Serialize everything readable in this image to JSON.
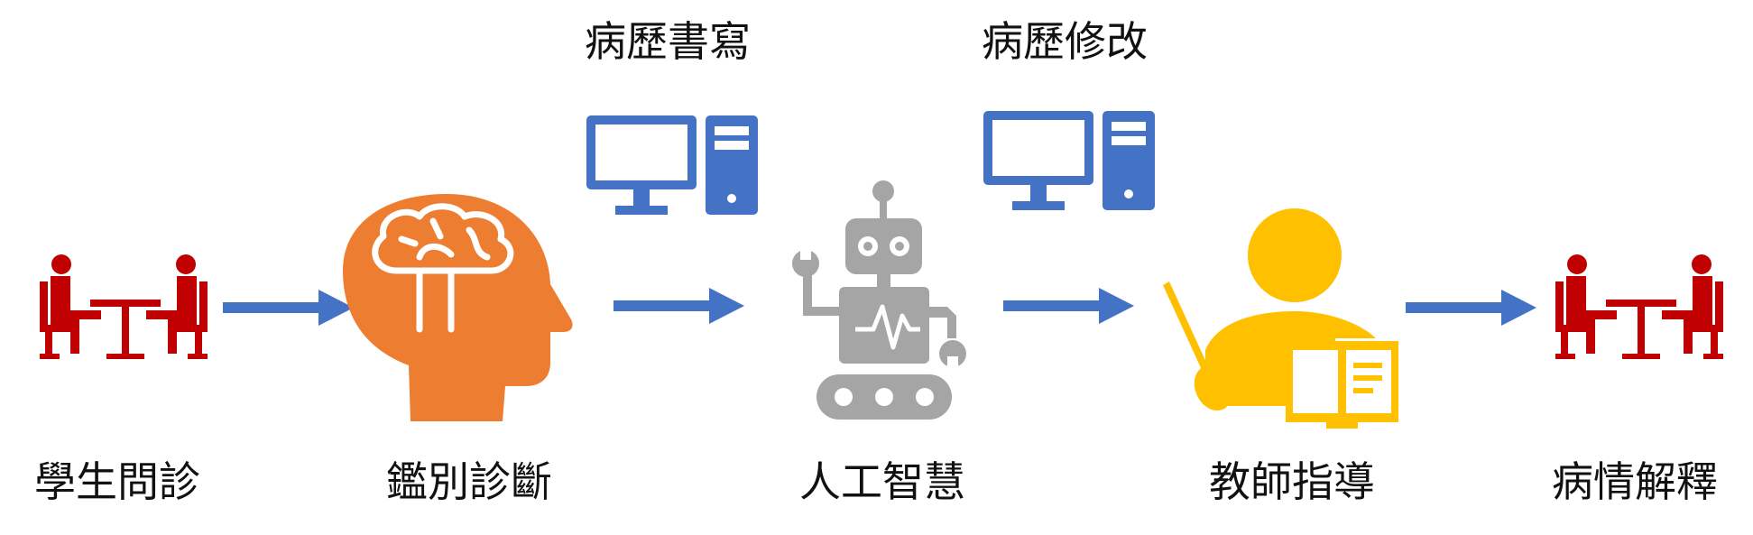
{
  "top_labels": {
    "record_writing": "病歷書寫",
    "record_revision": "病歷修改"
  },
  "steps": [
    {
      "label": "學生問診",
      "icon": "student-patient-interview-icon"
    },
    {
      "label": "鑑別診斷",
      "icon": "brain-head-icon"
    },
    {
      "label": "人工智慧",
      "icon": "robot-icon"
    },
    {
      "label": "教師指導",
      "icon": "teacher-icon"
    },
    {
      "label": "病情解釋",
      "icon": "student-patient-interview-icon"
    }
  ],
  "colors": {
    "interview": "#c00000",
    "brain": "#ed7d31",
    "robot": "#a5a5a5",
    "teacher": "#ffc000",
    "computer": "#4472c4",
    "arrow": "#4472c4",
    "text": "#111111"
  }
}
